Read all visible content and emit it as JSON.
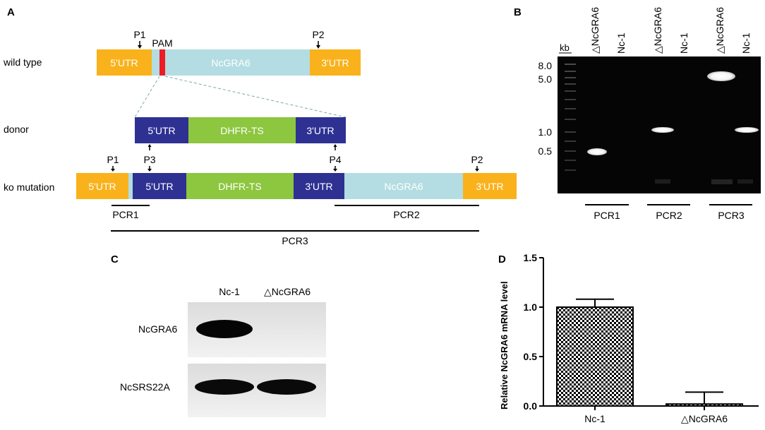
{
  "panel_a": {
    "letter": "A",
    "row_labels": {
      "wild_type": "wild type",
      "donor": "donor",
      "ko": "ko mutation"
    },
    "primers": {
      "p1": "P1",
      "p2": "P2",
      "p3": "P3",
      "p4": "P4"
    },
    "pam": "PAM",
    "wild_type": {
      "utr5": "5'UTR",
      "gene": "NcGRA6",
      "utr3": "3'UTR"
    },
    "donor": {
      "utr5": "5'UTR",
      "marker": "DHFR-TS",
      "utr3": "3'UTR"
    },
    "ko": {
      "utr5_outer": "5'UTR",
      "utr5_inner": "5'UTR",
      "marker": "DHFR-TS",
      "utr3_inner": "3'UTR",
      "gene": "NcGRA6",
      "utr3_outer": "3'UTR"
    },
    "pcr": {
      "pcr1": "PCR1",
      "pcr2": "PCR2",
      "pcr3": "PCR3"
    },
    "colors": {
      "utr_outer": "#F9B21B",
      "utr_inner": "#2E3192",
      "gene": "#B3DDE2",
      "marker": "#8DC63F",
      "pam": "#ED1C24",
      "dash": "#7FA8A8"
    }
  },
  "panel_b": {
    "letter": "B",
    "kb_label": "kb",
    "ladder_labels": [
      "8.0",
      "5.0",
      "1.0",
      "0.5"
    ],
    "lane_labels": [
      "△NcGRA6",
      "Nc-1",
      "△NcGRA6",
      "Nc-1",
      "△NcGRA6",
      "Nc-1"
    ],
    "group_labels": [
      "PCR1",
      "PCR2",
      "PCR3"
    ]
  },
  "panel_c": {
    "letter": "C",
    "columns": [
      "Nc-1",
      "△NcGRA6"
    ],
    "rows": [
      "NcGRA6",
      "NcSRS22A"
    ]
  },
  "panel_d": {
    "letter": "D",
    "chart_data": {
      "type": "bar",
      "categories": [
        "Nc-1",
        "△NcGRA6"
      ],
      "values": [
        1.0,
        0.02
      ],
      "errors": [
        0.08,
        0.12
      ],
      "ylabel": "Relative NcGRA6 mRNA level",
      "ylim": [
        0,
        1.5
      ],
      "yticks": [
        "0.0",
        "0.5",
        "1.0",
        "1.5"
      ],
      "pattern": "checkerboard"
    }
  }
}
